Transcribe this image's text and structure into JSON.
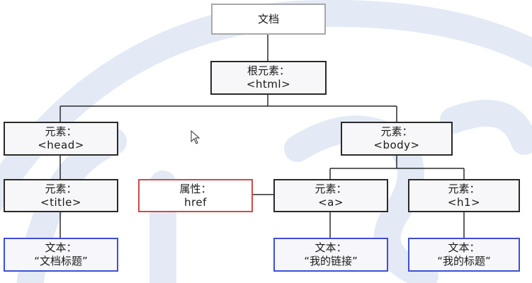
{
  "nodes": {
    "document": {
      "line1": "文档"
    },
    "html": {
      "line1": "根元素：",
      "line2": "<html>"
    },
    "head": {
      "line1": "元素：",
      "line2": "<head>"
    },
    "body": {
      "line1": "元素：",
      "line2": "<body>"
    },
    "title": {
      "line1": "元素：",
      "line2": "<title>"
    },
    "href": {
      "line1": "属性：",
      "line2": "href"
    },
    "a": {
      "line1": "元素：",
      "line2": "<a>"
    },
    "h1": {
      "line1": "元素：",
      "line2": "<h1>"
    },
    "text_title": {
      "line1": "文本：",
      "line2": "“文档标题”"
    },
    "text_a": {
      "line1": "文本：",
      "line2": "“我的链接”"
    },
    "text_h1": {
      "line1": "文本：",
      "line2": "“我的标题”"
    }
  },
  "colors": {
    "document_border": "#a8a8a8",
    "element_border": "#2a2a2a",
    "attribute_border": "#d04a4a",
    "text_border": "#3d4fd6",
    "watermark": "#dfe7f3"
  }
}
